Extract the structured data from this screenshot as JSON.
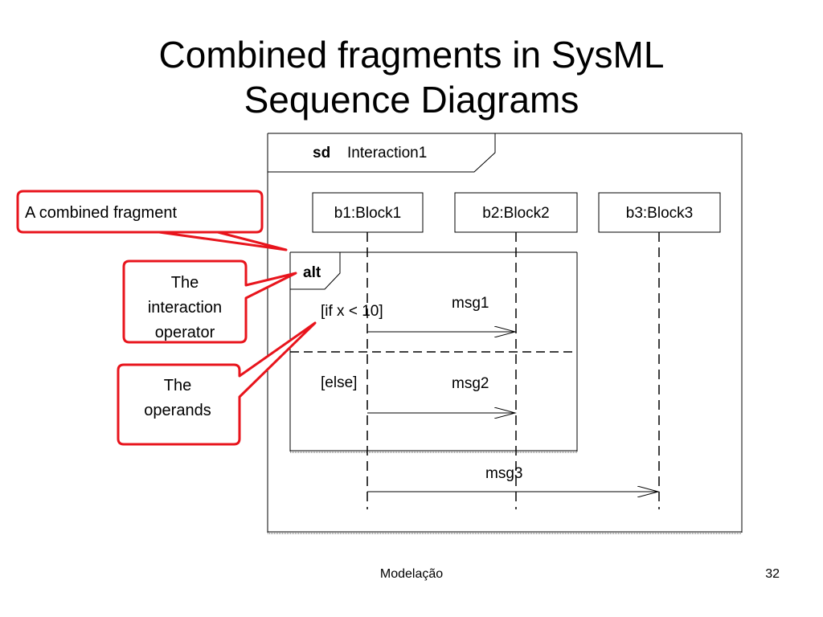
{
  "slide": {
    "title_line1": "Combined fragments in SysML",
    "title_line2": "Sequence Diagrams",
    "footer_center": "Modelação",
    "page_number": "32"
  },
  "diagram": {
    "frame_keyword": "sd",
    "frame_name": "Interaction1",
    "lifelines": [
      "b1:Block1",
      "b2:Block2",
      "b3:Block3"
    ],
    "fragment_operator": "alt",
    "guard_1": "[if x < 10]",
    "guard_2": "[else]",
    "messages": [
      "msg1",
      "msg2",
      "msg3"
    ]
  },
  "callouts": {
    "combined_fragment": "A combined fragment",
    "operator_line1": "The",
    "operator_line2": "interaction",
    "operator_line3": "operator",
    "operands_line1": "The",
    "operands_line2": "operands"
  },
  "colors": {
    "callout_border": "#e8141c",
    "diagram_line": "#000000"
  }
}
